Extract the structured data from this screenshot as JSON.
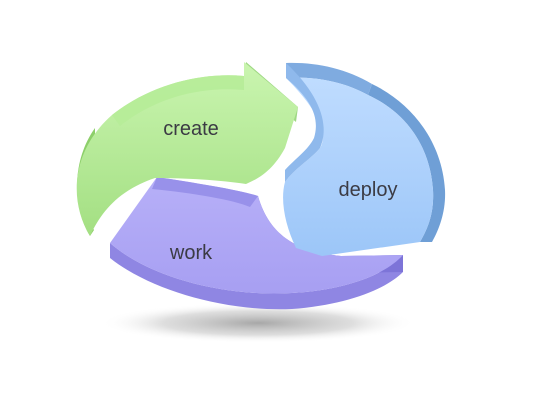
{
  "diagram": {
    "segments": [
      {
        "id": "create",
        "label": "create",
        "color": "#9fdc7e"
      },
      {
        "id": "deploy",
        "label": "deploy",
        "color": "#a8cdfa"
      },
      {
        "id": "work",
        "label": "work",
        "color": "#a9a1f2"
      }
    ]
  }
}
